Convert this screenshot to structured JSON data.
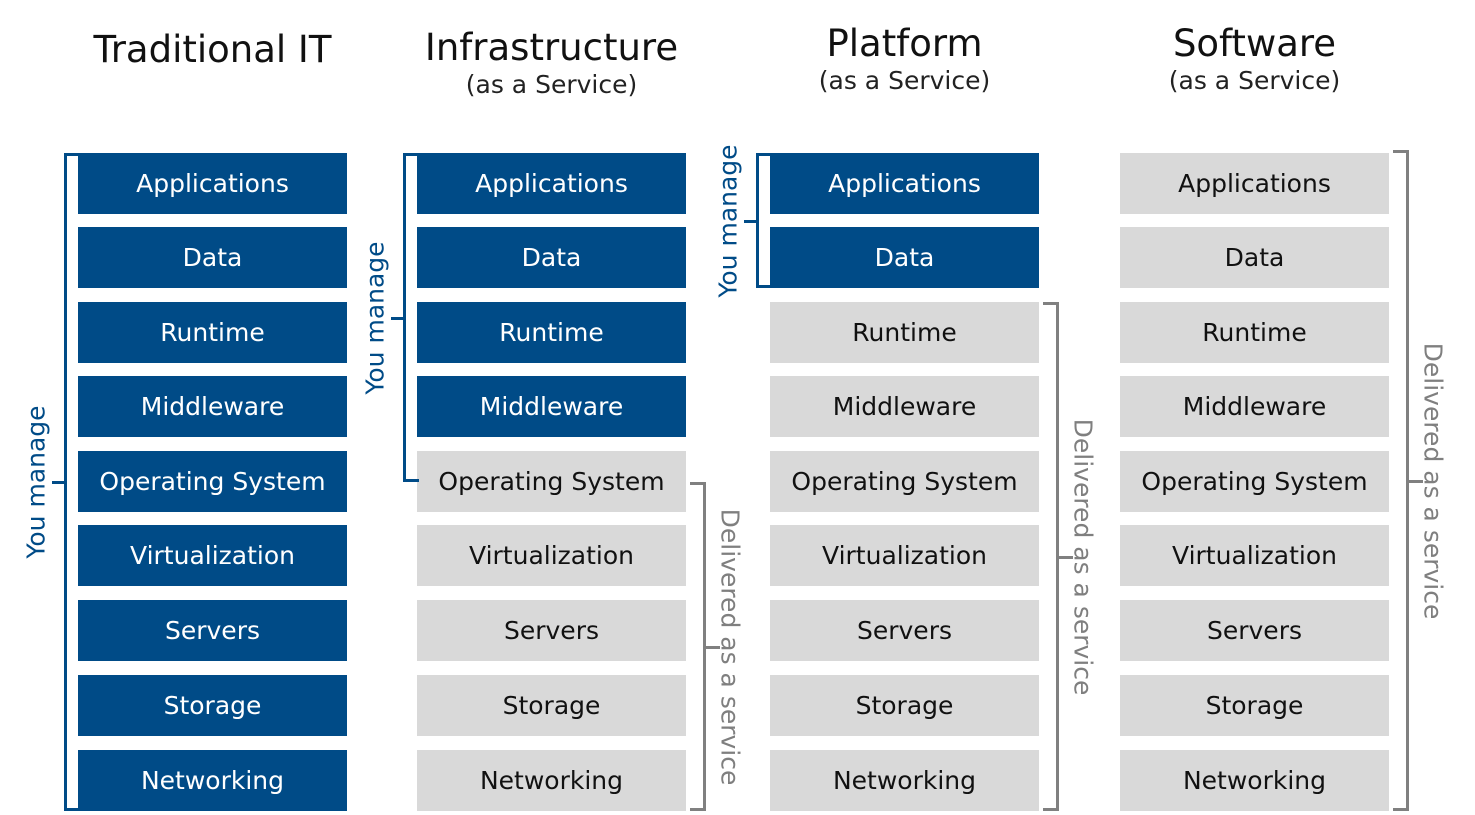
{
  "colors": {
    "managed": "#004b87",
    "service": "#d9d9d9",
    "service_label": "#7f7f7f"
  },
  "columns": [
    {
      "title": "Traditional IT",
      "subtitle": "",
      "managed_count": 9
    },
    {
      "title": "Infrastructure",
      "subtitle": "(as a Service)",
      "managed_count": 4
    },
    {
      "title": "Platform",
      "subtitle": "(as a Service)",
      "managed_count": 2
    },
    {
      "title": "Software",
      "subtitle": "(as a Service)",
      "managed_count": 0
    }
  ],
  "layers": [
    "Applications",
    "Data",
    "Runtime",
    "Middleware",
    "Operating System",
    "Virtualization",
    "Servers",
    "Storage",
    "Networking"
  ],
  "labels": {
    "you_manage": "You manage",
    "delivered": "Delivered as a service"
  }
}
